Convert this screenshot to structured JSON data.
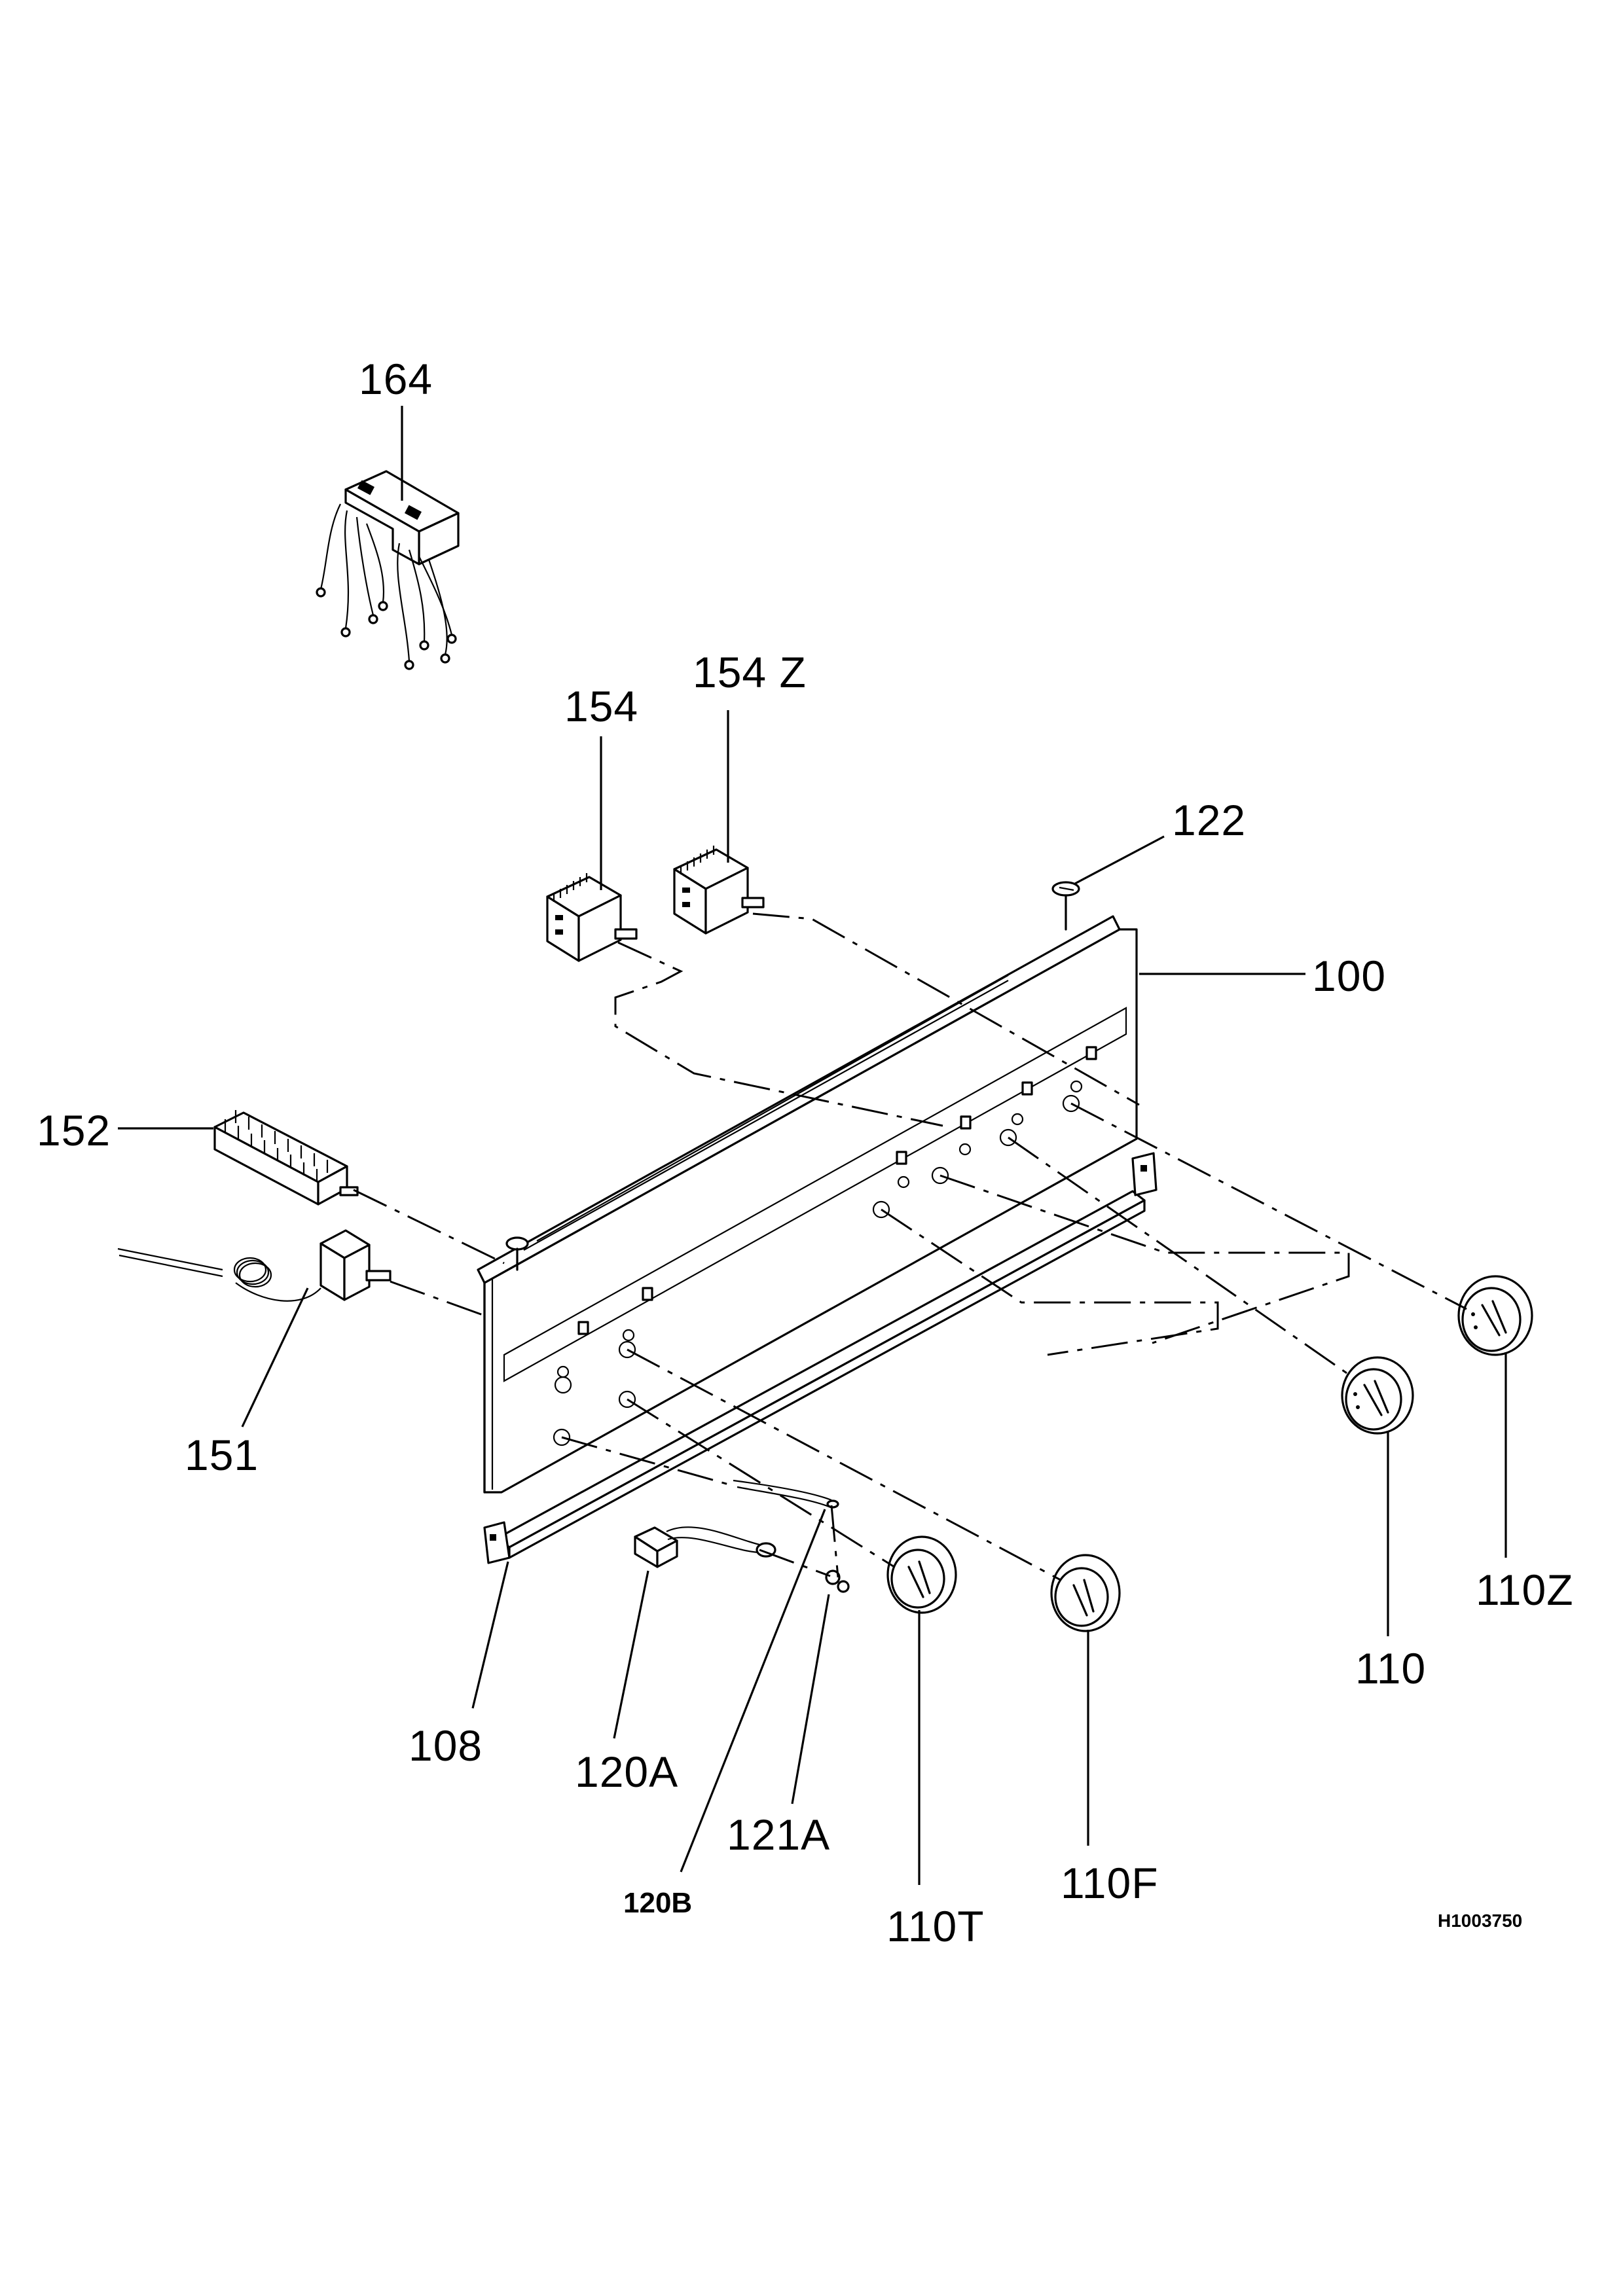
{
  "diagram": {
    "reference_code": "H1003750",
    "callouts": {
      "p164": "164",
      "p154": "154",
      "p154z": "154 Z",
      "p122": "122",
      "p100": "100",
      "p152": "152",
      "p151": "151",
      "p108": "108",
      "p120a": "120A",
      "p120b": "120B",
      "p121a": "121A",
      "p110t": "110T",
      "p110f": "110F",
      "p110": "110",
      "p110z": "110Z"
    }
  }
}
